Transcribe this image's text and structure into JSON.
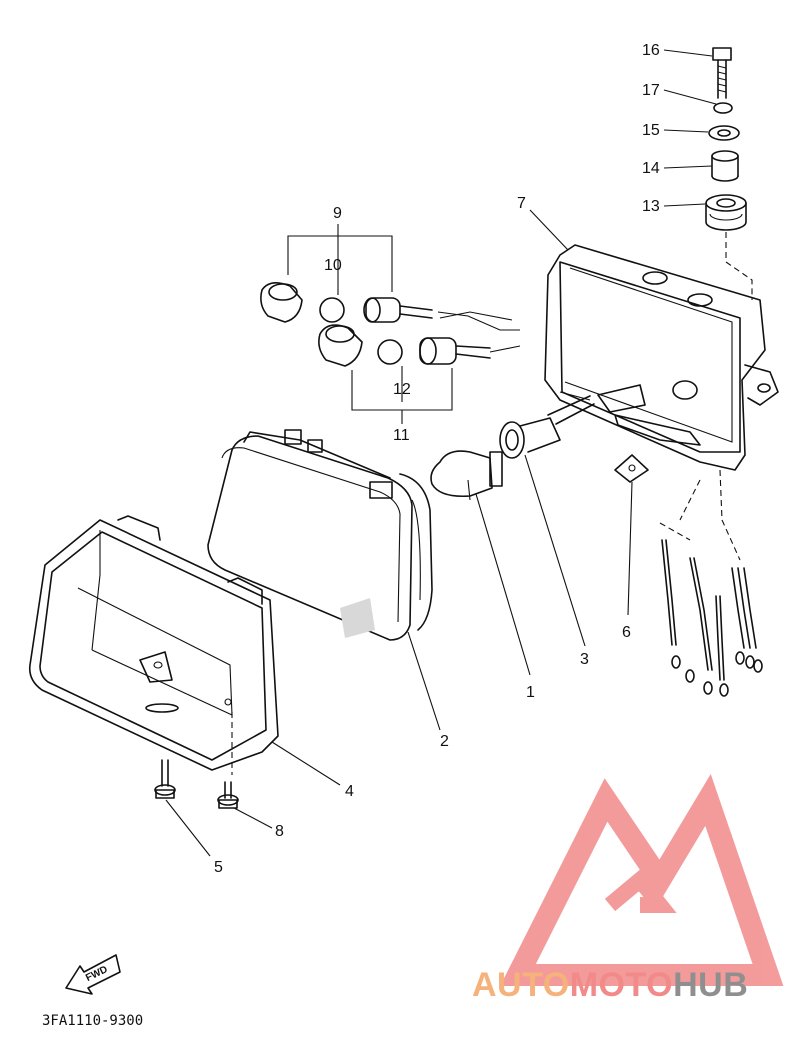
{
  "callouts": {
    "n1": "1",
    "n2": "2",
    "n3": "3",
    "n4": "4",
    "n5": "5",
    "n6": "6",
    "n7": "7",
    "n8": "8",
    "n9": "9",
    "n10": "10",
    "n11": "11",
    "n12": "12",
    "n13": "13",
    "n14": "14",
    "n15": "15",
    "n16": "16",
    "n17": "17"
  },
  "fwd_label": "FWD",
  "diagram_code": "3FA1110-9300",
  "watermark": {
    "part1": "AUTO",
    "part2": "MOTO",
    "part3": "HUB",
    "colors": {
      "auto": "#f5b27a",
      "moto": "#f28a8a",
      "hub": "#8f8f8f",
      "mark": "#f07a7a"
    }
  }
}
